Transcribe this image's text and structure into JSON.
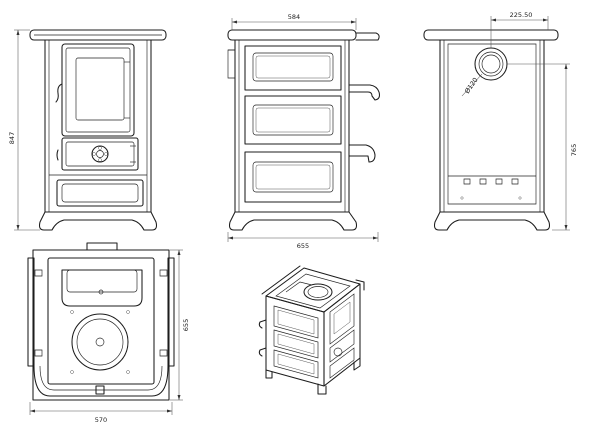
{
  "dimensions": {
    "front_height": "847",
    "side_width": "584",
    "side_depth": "655",
    "back_pipe_offset": "225.50",
    "back_pipe_diameter": "Ø120",
    "back_pipe_height": "765",
    "top_depth": "655",
    "top_width": "570"
  },
  "colors": {
    "line": "#1c1c1c",
    "background": "#ffffff"
  },
  "icons": [
    "dimension-arrow",
    "control-knob",
    "pipe-outlet"
  ]
}
